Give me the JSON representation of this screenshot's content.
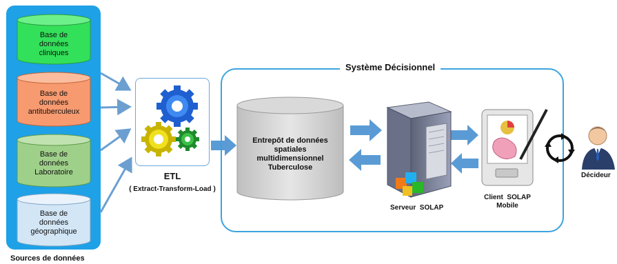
{
  "sources": {
    "title": "Sources de données",
    "databases": [
      {
        "lines": [
          "Base de",
          "données",
          "cliniques"
        ],
        "color": "#33e05a"
      },
      {
        "lines": [
          "Base de",
          "données",
          "antituberculeux"
        ],
        "color": "#f79a6f"
      },
      {
        "lines": [
          "Base de",
          "données",
          "Laboratoire"
        ],
        "color": "#9fd08a"
      },
      {
        "lines": [
          "Base de",
          "données",
          "géographique"
        ],
        "color": "#d3e6f6"
      }
    ]
  },
  "etl": {
    "title": "ETL",
    "subtitle": "( Extract-Transform-Load )"
  },
  "system": {
    "title": "Système Décisionnel",
    "warehouse_lines": [
      "Entrepôt de données",
      "spatiales",
      "multidimensionnel",
      "Tuberculose"
    ],
    "server_label": "Serveur  SOLAP",
    "client_label_lines": [
      "Client  SOLAP",
      "Mobile"
    ]
  },
  "decider": {
    "label": "Décideur"
  },
  "colors": {
    "accent": "#1ea1e6",
    "arrow": "#5a9bd5",
    "frame": "#3aa3de"
  }
}
